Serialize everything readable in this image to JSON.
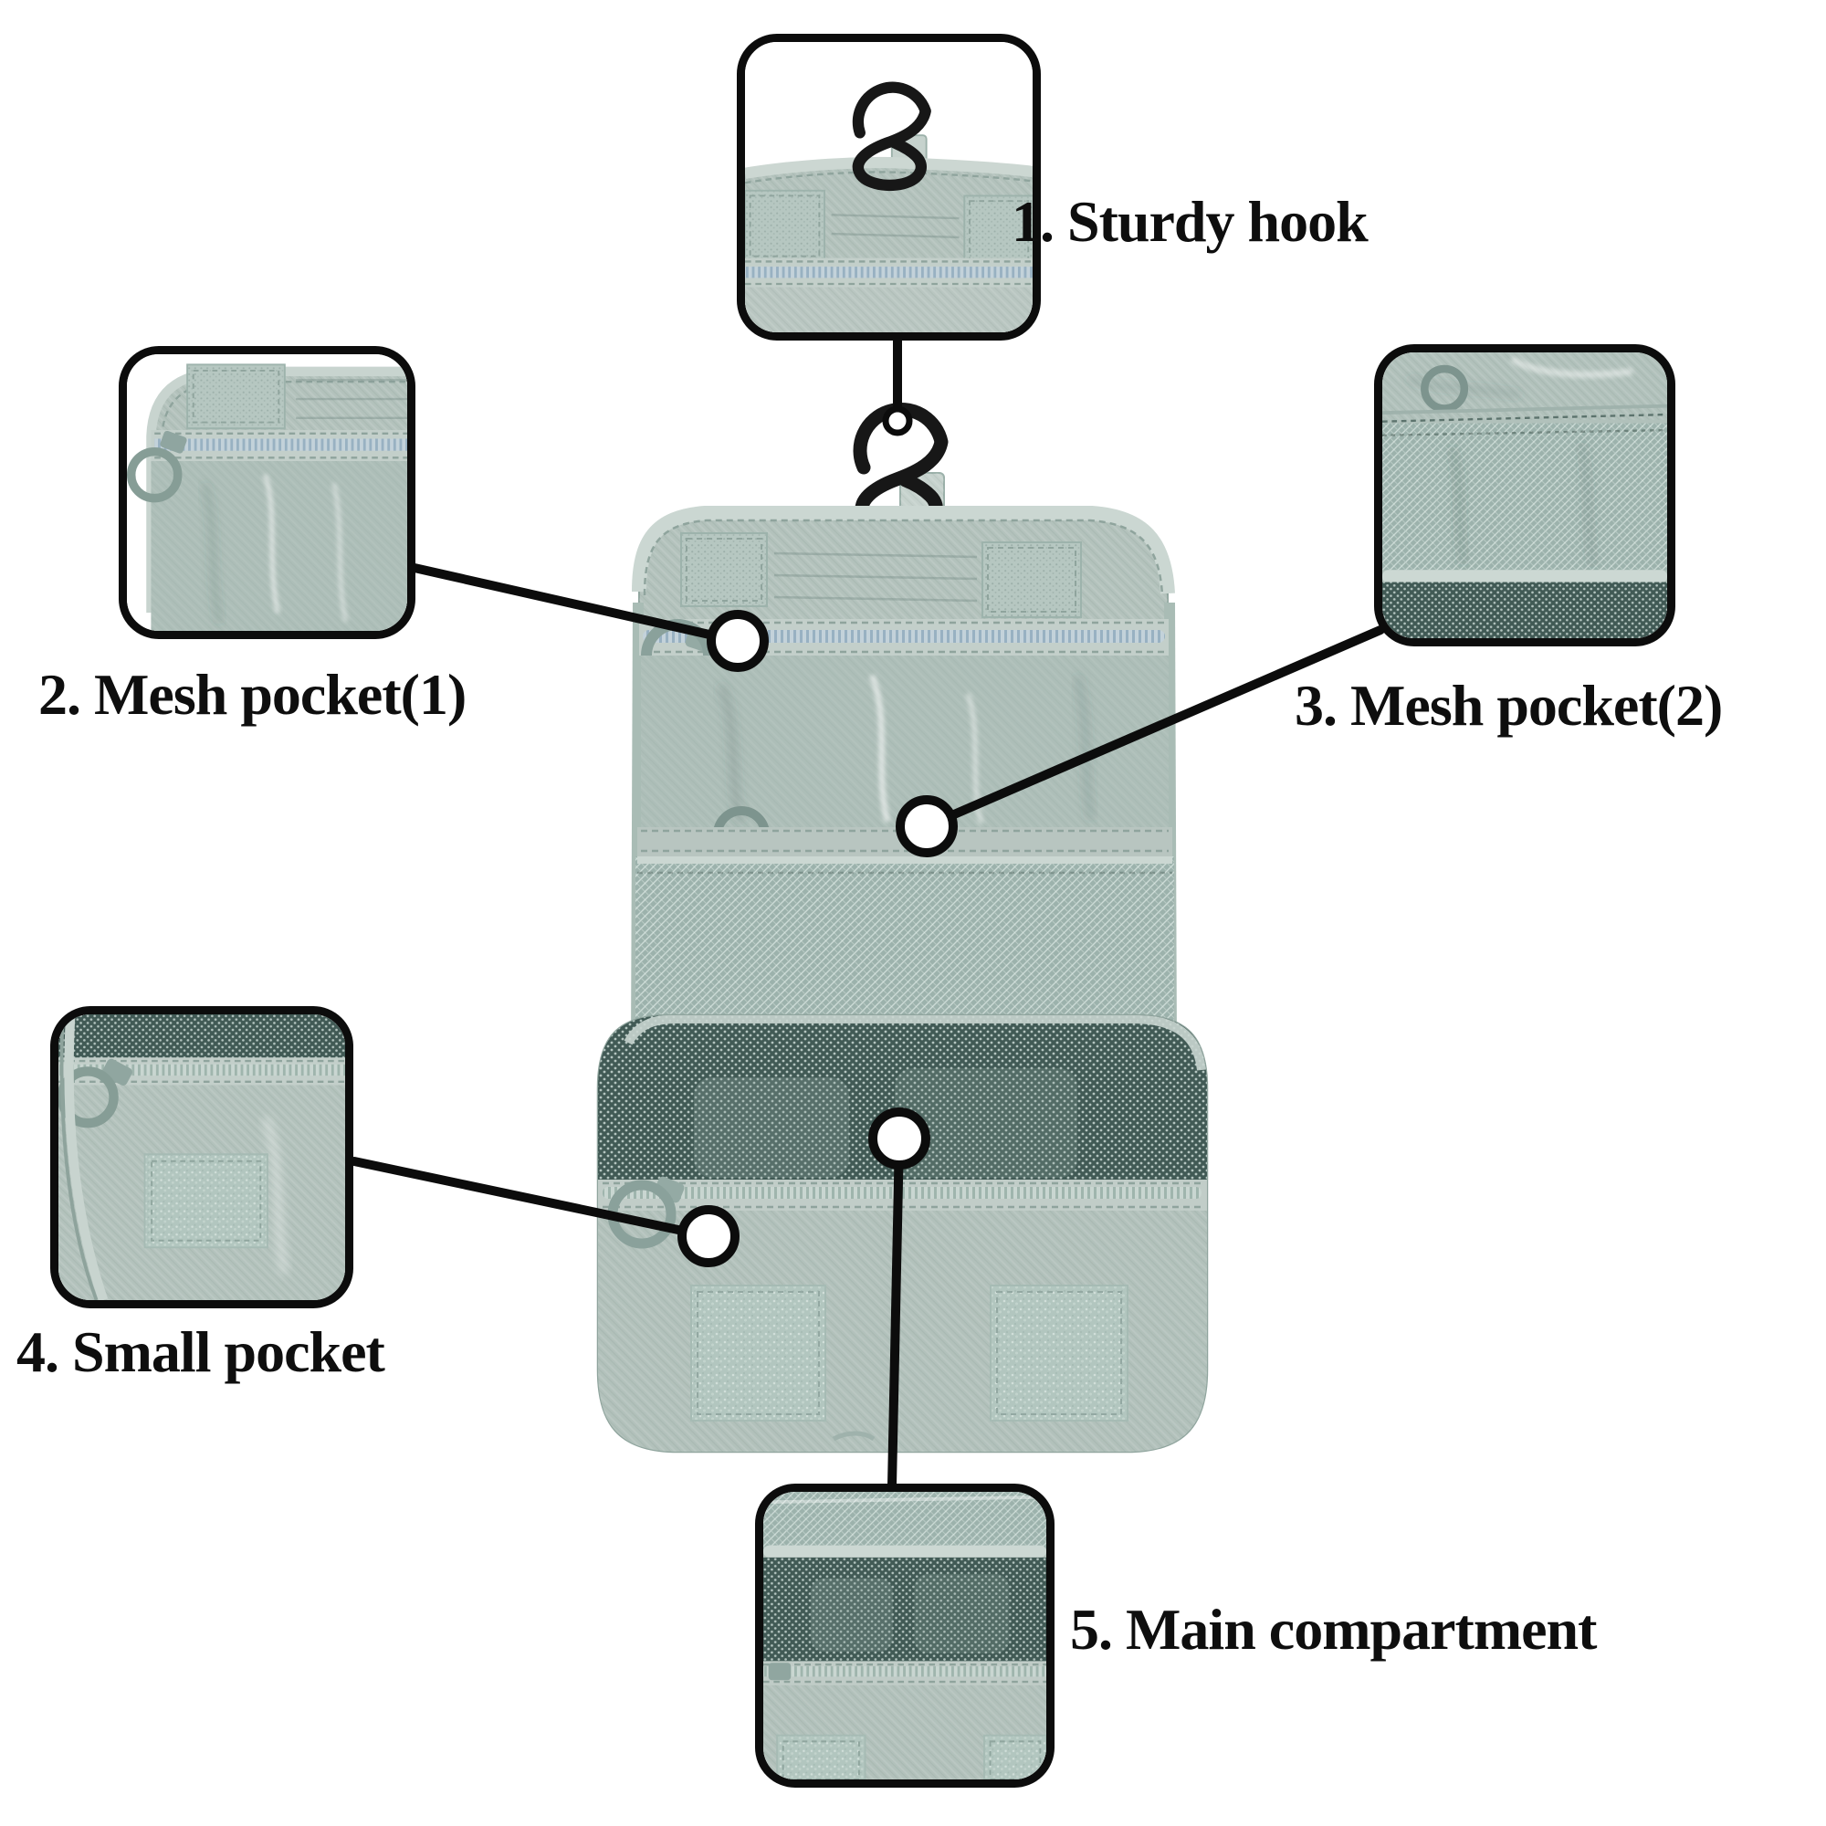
{
  "diagram": {
    "type": "product-feature-callouts",
    "product": "hanging travel toiletry organizer bag",
    "callouts": [
      {
        "number": "1",
        "label": "1. Sturdy hook",
        "feature": "sturdy-hook"
      },
      {
        "number": "2",
        "label": "2. Mesh pocket(1)",
        "feature": "mesh-pocket-1"
      },
      {
        "number": "3",
        "label": "3. Mesh pocket(2)",
        "feature": "mesh-pocket-2"
      },
      {
        "number": "4",
        "label": "4. Small pocket",
        "feature": "small-pocket"
      },
      {
        "number": "5",
        "label": "5. Main compartment",
        "feature": "main-compartment"
      }
    ],
    "icons": [
      {
        "name": "hanging-hook-icon",
        "glyph": "black plastic swivel S-hook"
      },
      {
        "name": "zipper-ring-pull-icon",
        "glyph": "round ring zipper pull"
      }
    ],
    "colors": {
      "background": "#ffffff",
      "fabric": "#b3c2bc",
      "fabric_binding": "#cbd7d2",
      "clear_pocket": "#adbeb8",
      "mesh_dark": "#415a55",
      "mesh_light": "#9cb2ac",
      "zipper_blue": "#98b1c2",
      "zipper_gray": "#9fb5ad",
      "hook_black": "#171717",
      "callout_line": "#0c0c0c"
    }
  }
}
